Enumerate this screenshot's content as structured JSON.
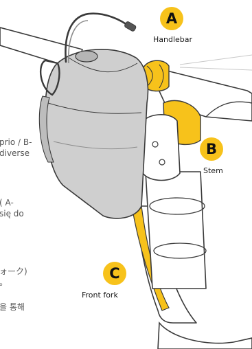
{
  "accent_color": "#f7c21b",
  "callouts": {
    "a": {
      "letter": "A",
      "label": "Handlebar"
    },
    "b": {
      "letter": "B",
      "label": "Stem"
    },
    "c": {
      "letter": "C",
      "label": "Front fork"
    }
  },
  "clipped_text": {
    "line1": "prio / B-",
    "line2": "diverse",
    "line3": "( A-",
    "line4": "się do",
    "line5": "ォーク)",
    "line6": "。",
    "line7": "을 통해"
  }
}
